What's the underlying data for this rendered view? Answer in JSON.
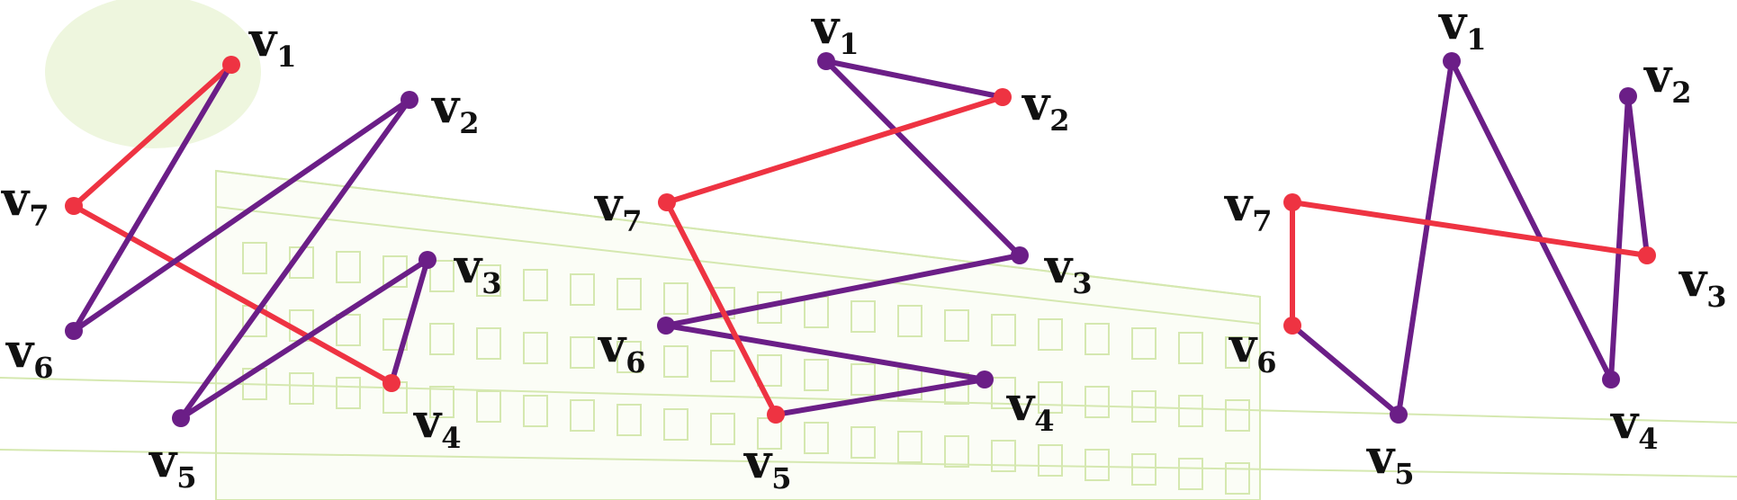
{
  "colors": {
    "purple": "#6b1e87",
    "red": "#ee3342",
    "background_tint": "#d5e8b0"
  },
  "graphs": [
    {
      "id": "graph-1",
      "vertices": [
        {
          "id": "v1",
          "letter": "v",
          "index": "1",
          "color": "red"
        },
        {
          "id": "v2",
          "letter": "v",
          "index": "2",
          "color": "purple"
        },
        {
          "id": "v3",
          "letter": "v",
          "index": "3",
          "color": "purple"
        },
        {
          "id": "v4",
          "letter": "v",
          "index": "4",
          "color": "red"
        },
        {
          "id": "v5",
          "letter": "v",
          "index": "5",
          "color": "purple"
        },
        {
          "id": "v6",
          "letter": "v",
          "index": "6",
          "color": "purple"
        },
        {
          "id": "v7",
          "letter": "v",
          "index": "7",
          "color": "red"
        }
      ],
      "edges": [
        {
          "from": "v1",
          "to": "v7",
          "color": "red"
        },
        {
          "from": "v7",
          "to": "v4",
          "color": "red"
        },
        {
          "from": "v1",
          "to": "v6",
          "color": "purple"
        },
        {
          "from": "v6",
          "to": "v2",
          "color": "purple"
        },
        {
          "from": "v2",
          "to": "v5",
          "color": "purple"
        },
        {
          "from": "v5",
          "to": "v3",
          "color": "purple"
        },
        {
          "from": "v3",
          "to": "v4",
          "color": "purple"
        }
      ]
    },
    {
      "id": "graph-2",
      "vertices": [
        {
          "id": "v1",
          "letter": "v",
          "index": "1",
          "color": "purple"
        },
        {
          "id": "v2",
          "letter": "v",
          "index": "2",
          "color": "red"
        },
        {
          "id": "v3",
          "letter": "v",
          "index": "3",
          "color": "purple"
        },
        {
          "id": "v4",
          "letter": "v",
          "index": "4",
          "color": "purple"
        },
        {
          "id": "v5",
          "letter": "v",
          "index": "5",
          "color": "red"
        },
        {
          "id": "v6",
          "letter": "v",
          "index": "6",
          "color": "purple"
        },
        {
          "id": "v7",
          "letter": "v",
          "index": "7",
          "color": "red"
        }
      ],
      "edges": [
        {
          "from": "v1",
          "to": "v2",
          "color": "purple"
        },
        {
          "from": "v1",
          "to": "v3",
          "color": "purple"
        },
        {
          "from": "v3",
          "to": "v6",
          "color": "purple"
        },
        {
          "from": "v6",
          "to": "v4",
          "color": "purple"
        },
        {
          "from": "v4",
          "to": "v5",
          "color": "purple"
        },
        {
          "from": "v2",
          "to": "v7",
          "color": "red"
        },
        {
          "from": "v7",
          "to": "v5",
          "color": "red"
        }
      ]
    },
    {
      "id": "graph-3",
      "vertices": [
        {
          "id": "v1",
          "letter": "v",
          "index": "1",
          "color": "purple"
        },
        {
          "id": "v2",
          "letter": "v",
          "index": "2",
          "color": "purple"
        },
        {
          "id": "v3",
          "letter": "v",
          "index": "3",
          "color": "red"
        },
        {
          "id": "v4",
          "letter": "v",
          "index": "4",
          "color": "purple"
        },
        {
          "id": "v5",
          "letter": "v",
          "index": "5",
          "color": "purple"
        },
        {
          "id": "v6",
          "letter": "v",
          "index": "6",
          "color": "red"
        },
        {
          "id": "v7",
          "letter": "v",
          "index": "7",
          "color": "red"
        }
      ],
      "edges": [
        {
          "from": "v1",
          "to": "v5",
          "color": "purple"
        },
        {
          "from": "v1",
          "to": "v4",
          "color": "purple"
        },
        {
          "from": "v2",
          "to": "v4",
          "color": "purple"
        },
        {
          "from": "v2",
          "to": "v3",
          "color": "purple"
        },
        {
          "from": "v5",
          "to": "v6",
          "color": "purple"
        },
        {
          "from": "v6",
          "to": "v7",
          "color": "red"
        },
        {
          "from": "v7",
          "to": "v3",
          "color": "red"
        }
      ]
    }
  ]
}
